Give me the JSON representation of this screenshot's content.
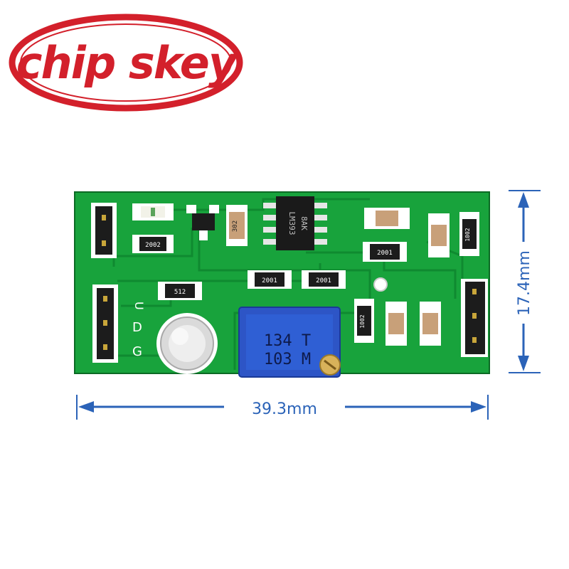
{
  "logo": {
    "text": "chip skey",
    "colors": {
      "ring": "#d3202b",
      "text": "#d3202b",
      "background": "#ffffff"
    }
  },
  "dimensions": {
    "width_label": "39.3mm",
    "height_label": "17.4mm",
    "color": "#2b63b8"
  },
  "board": {
    "pcb_color": "#18a33c",
    "silkscreen": {
      "pin_u": "U",
      "pin_d": "D",
      "pin_g": "G",
      "ic": "LM393",
      "ic_code": "8AK",
      "trimpot_line1": "134 T",
      "trimpot_line2": "103 M",
      "r1": "2002",
      "r2": "302",
      "r3": "512",
      "r4": "2001",
      "r5": "2001",
      "r6": "2001",
      "r7": "1002",
      "r8": "1002"
    }
  }
}
